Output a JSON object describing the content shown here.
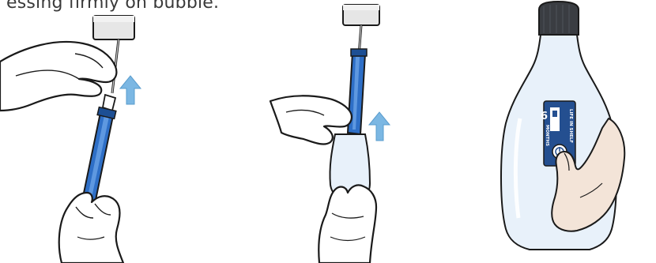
{
  "caption": "essing firmly on bubble.",
  "steps": [
    {
      "id": "step-1"
    },
    {
      "id": "step-2"
    },
    {
      "id": "step-3"
    }
  ],
  "indicator_label": {
    "number": "6",
    "word_left": "MONTHS",
    "word_right": "LIFE IN SHELF"
  },
  "colors": {
    "pen_blue": "#2e6fc7",
    "pen_dark_blue": "#1d4f94",
    "arrow_blue": "#7bb7e3",
    "bottle_fill": "#e8f1fa",
    "bottle_cap": "#3a3d42",
    "glove_fill": "#ffffff",
    "outline": "#1a1a1a",
    "label_blue": "#244f90"
  }
}
